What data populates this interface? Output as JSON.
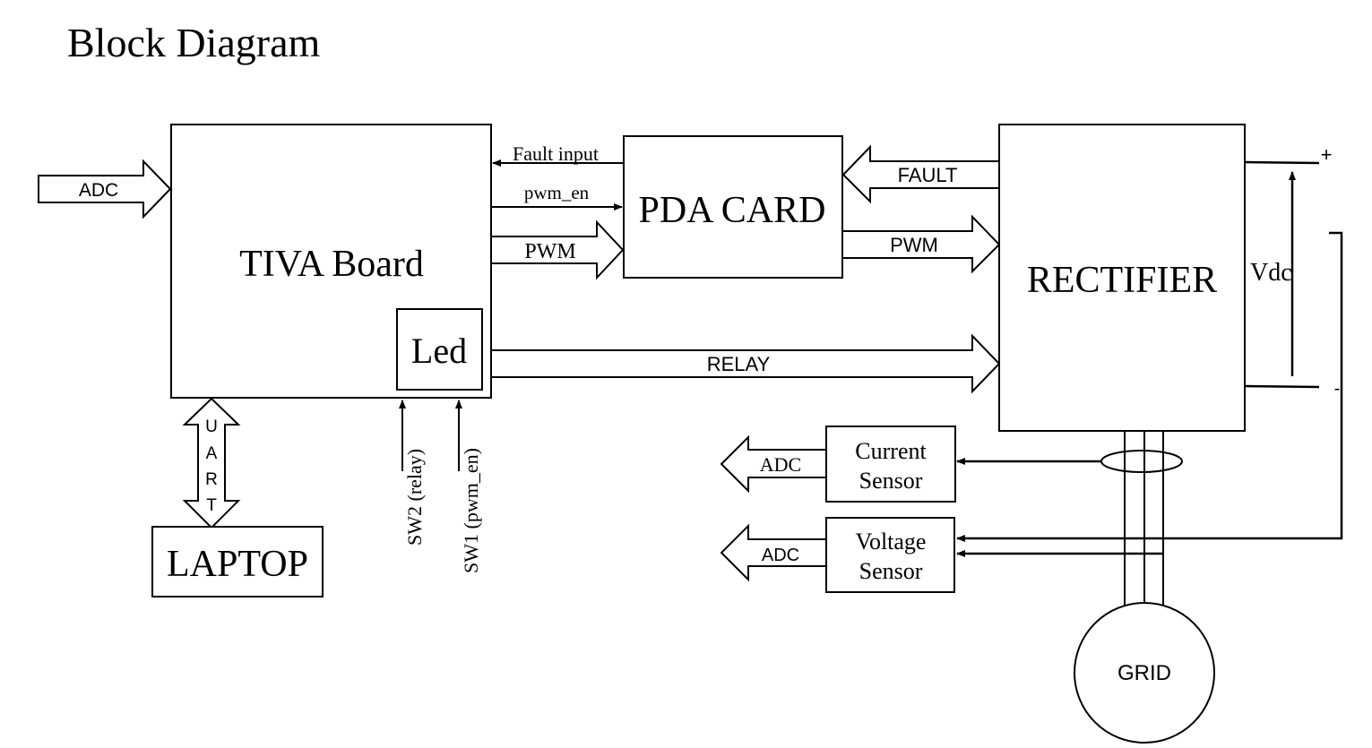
{
  "title": "Block Diagram",
  "blocks": {
    "tiva": "TIVA Board",
    "led": "Led",
    "pda": "PDA CARD",
    "rectifier": "RECTIFIER",
    "laptop": "LAPTOP",
    "current_sensor": [
      "Current",
      "Sensor"
    ],
    "voltage_sensor": [
      "Voltage",
      "Sensor"
    ],
    "grid": "GRID"
  },
  "signals": {
    "adc_in": "ADC",
    "fault_input": "Fault input",
    "pwm_en": "pwm_en",
    "pwm_tiva": "PWM",
    "fault": "FAULT",
    "pwm_pda": "PWM",
    "relay": "RELAY",
    "uart": [
      "U",
      "A",
      "R",
      "T"
    ],
    "sw2": "SW2 (relay)",
    "sw1": "SW1 (pwm_en)",
    "adc_current": "ADC",
    "adc_voltage": "ADC",
    "vdc": "Vdc",
    "plus": "+",
    "minus": "-"
  }
}
